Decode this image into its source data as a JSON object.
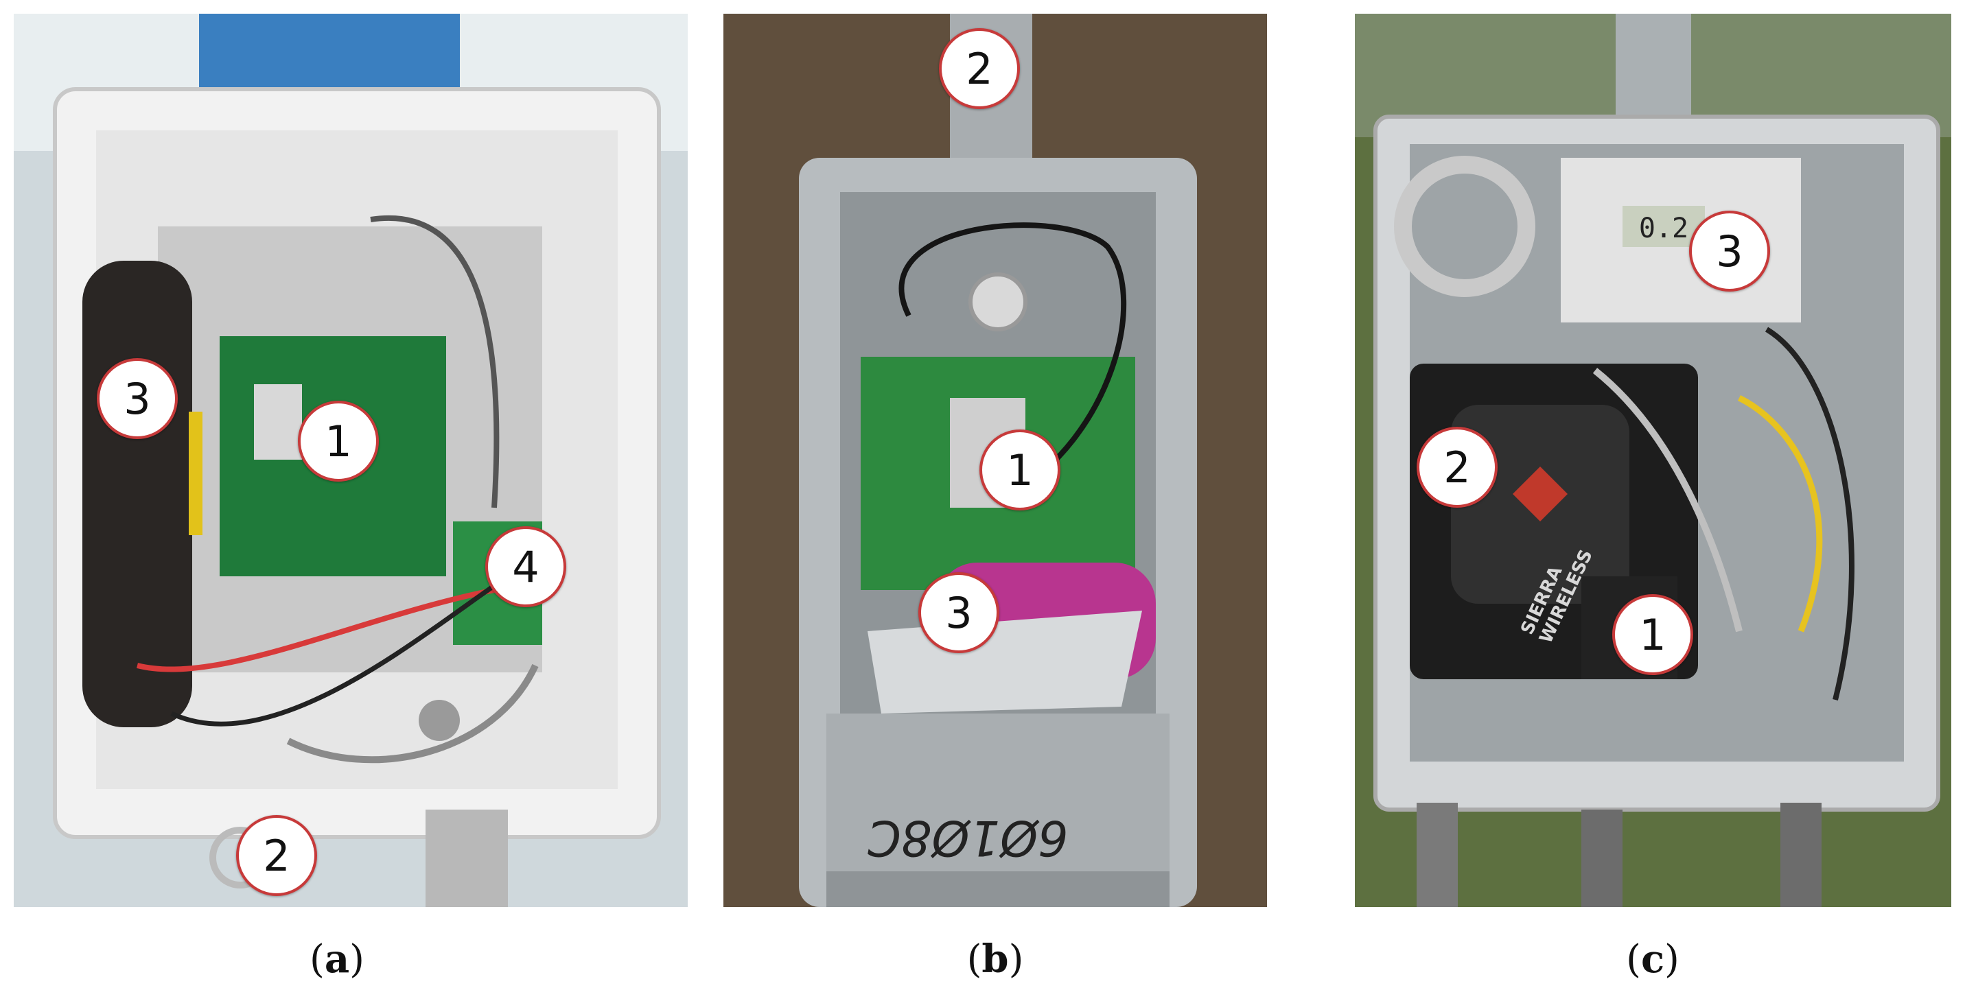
{
  "panels": [
    {
      "id": "a",
      "caption": {
        "open": "(",
        "letter": "a",
        "close": ")"
      },
      "markers": [
        "1",
        "2",
        "3",
        "4"
      ]
    },
    {
      "id": "b",
      "caption": {
        "open": "(",
        "letter": "b",
        "close": ")"
      },
      "markers": [
        "1",
        "2",
        "3"
      ],
      "box_text": "6Ø1Ø8C"
    },
    {
      "id": "c",
      "caption": {
        "open": "(",
        "letter": "c",
        "close": ")"
      },
      "markers": [
        "1",
        "2",
        "3"
      ],
      "device_text": "SIERRA WIRELESS",
      "display_value": "0.2"
    }
  ],
  "colors": {
    "marker_border": "#c73a3a",
    "marker_fill": "#ffffff"
  }
}
